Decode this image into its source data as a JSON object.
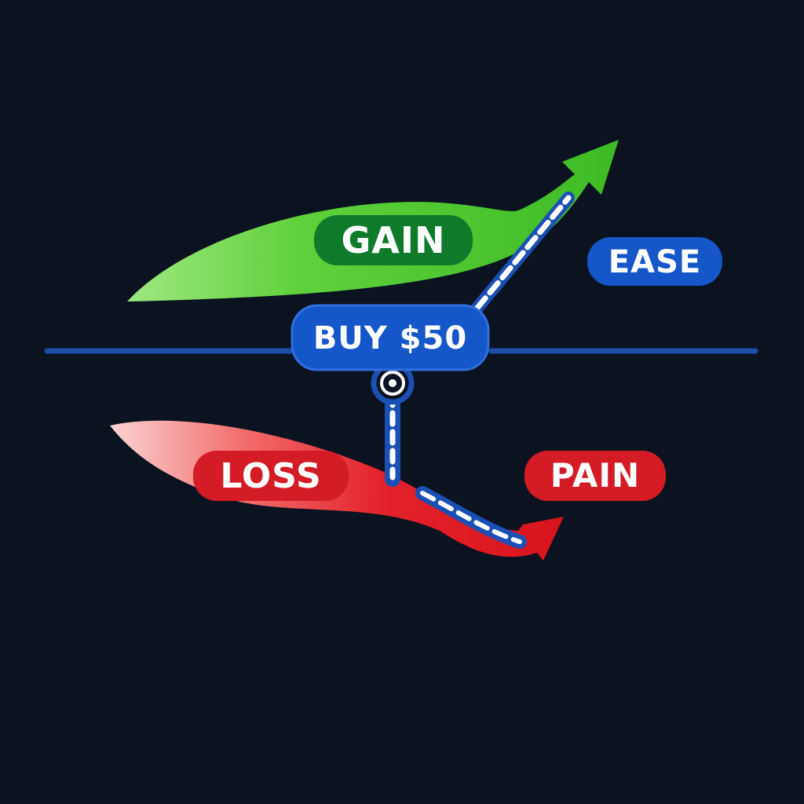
{
  "labels": {
    "gain": "GAIN",
    "loss": "LOSS",
    "ease": "EASE",
    "pain": "PAIN",
    "buy": "BUY $50"
  },
  "colors": {
    "background": "#0b1220",
    "gain_green": "#4cc92e",
    "gain_pill": "#0f7a2a",
    "loss_red": "#e3222b",
    "loss_pill": "#d41c26",
    "blue_pill": "#1556c9",
    "baseline_blue": "#1d4ea8",
    "chain_blue": "#1a4fb5",
    "text": "#ffffff"
  }
}
